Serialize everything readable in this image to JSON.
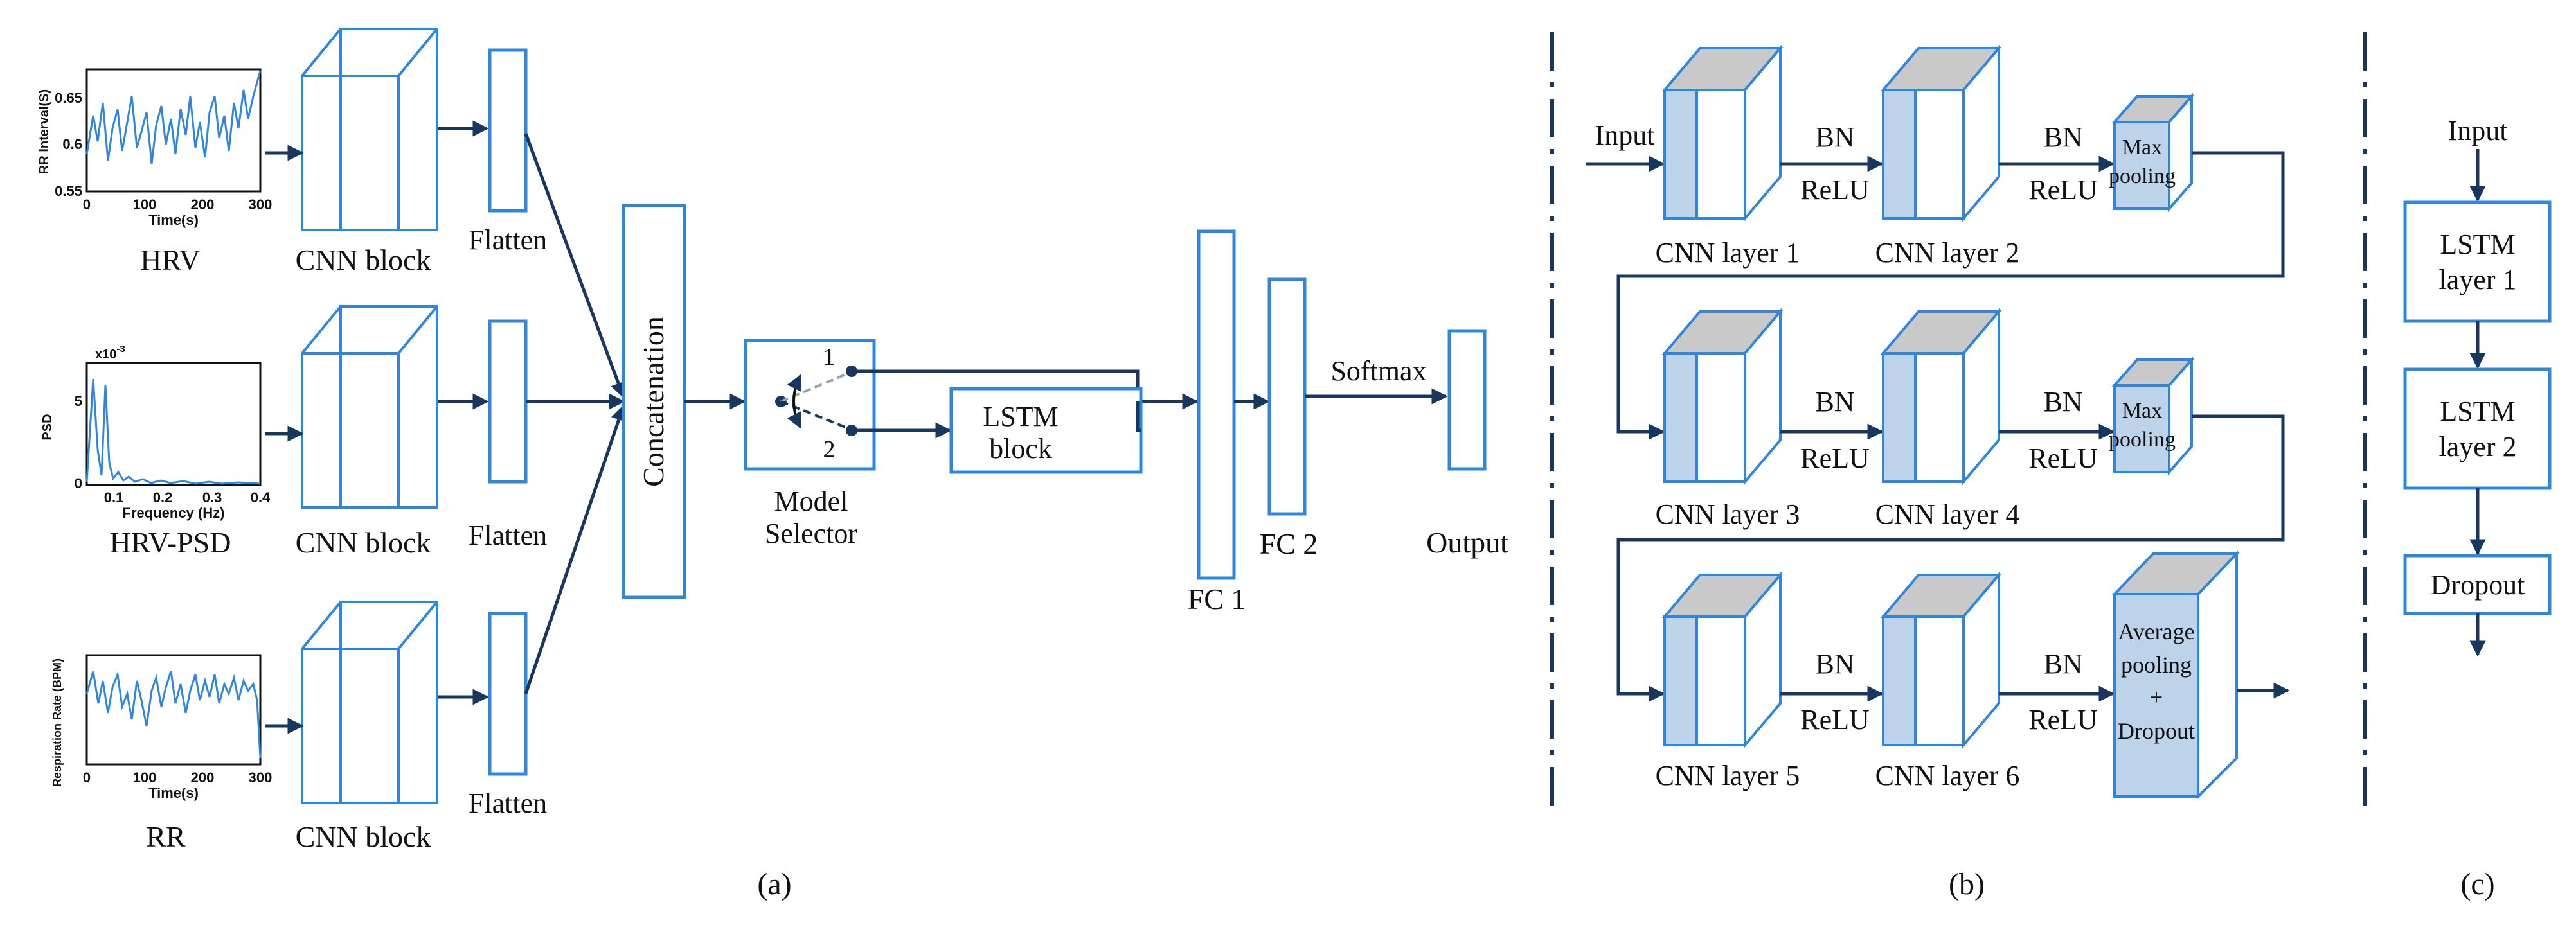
{
  "colors": {
    "block_outline": "#2e86de",
    "arrow": "#17375e",
    "layer_fill_front": "#bcd3ea",
    "layer_fill_top": "#c9c9c9",
    "divider": "#17375e"
  },
  "panel_a": {
    "caption": "(a)",
    "inputs": [
      {
        "name": "HRV",
        "ylabel": "RR Interval(S)",
        "xlabel": "Time(s)",
        "yticks": [
          "0.65",
          "0.6",
          "0.55"
        ],
        "xticks": [
          "0",
          "100",
          "200",
          "300"
        ]
      },
      {
        "name": "HRV-PSD",
        "ylabel": "PSD",
        "exponent": "x10",
        "exponent_sup": "-3",
        "xlabel": "Frequency (Hz)",
        "yticks": [
          "5",
          "0"
        ],
        "xticks": [
          "0.1",
          "0.2",
          "0.3",
          "0.4"
        ]
      },
      {
        "name": "RR",
        "ylabel": "Respiration Rate (BPM)",
        "xlabel": "Time(s)",
        "yticks": [],
        "xticks": [
          "0",
          "100",
          "200",
          "300"
        ]
      }
    ],
    "cnn_block_label": "CNN block",
    "flatten_label": "Flatten",
    "concatenation_label": "Concatenation",
    "model_selector": {
      "label_line1": "Model",
      "label_line2": "Selector",
      "option1": "1",
      "option2": "2"
    },
    "lstm_block": {
      "line1": "LSTM",
      "line2": "block"
    },
    "fc1_label": "FC 1",
    "fc2_label": "FC 2",
    "softmax_label": "Softmax",
    "output_label": "Output"
  },
  "panel_b": {
    "caption": "(b)",
    "input_label": "Input",
    "bn_label": "BN",
    "relu_label": "ReLU",
    "rows": [
      {
        "layer_a": "CNN layer 1",
        "layer_b": "CNN layer 2",
        "pool_lines": [
          "Max",
          "pooling"
        ]
      },
      {
        "layer_a": "CNN layer 3",
        "layer_b": "CNN layer 4",
        "pool_lines": [
          "Max",
          "pooling"
        ]
      },
      {
        "layer_a": "CNN layer 5",
        "layer_b": "CNN layer 6",
        "pool_lines": [
          "Average",
          "pooling",
          "+",
          "Dropout"
        ]
      }
    ]
  },
  "panel_c": {
    "caption": "(c)",
    "input_label": "Input",
    "lstm1": {
      "line1": "LSTM",
      "line2": "layer 1"
    },
    "lstm2": {
      "line1": "LSTM",
      "line2": "layer 2"
    },
    "dropout_label": "Dropout"
  }
}
